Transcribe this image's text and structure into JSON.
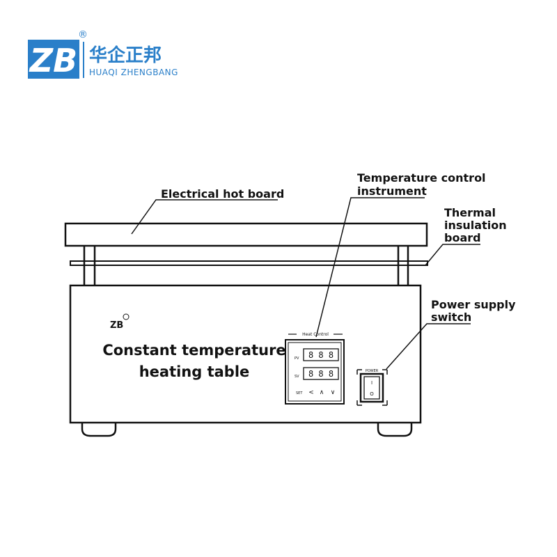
{
  "brand": {
    "logo_mark": "ZB",
    "registered_mark": "®",
    "name_cn": "华企正邦",
    "name_en": "HUAQI ZHENGBANG",
    "color": "#2a7fc9"
  },
  "labels": {
    "hot_board": "Electrical hot board",
    "temp_control_line1": "Temperature control",
    "temp_control_line2": "instrument",
    "thermal_line1": "Thermal",
    "thermal_line2": "insulation",
    "thermal_line3": "board",
    "power_line1": "Power supply",
    "power_line2": "switch"
  },
  "device": {
    "badge": "ZB",
    "title_line1": "Constant temperature",
    "title_line2": "heating table",
    "controller": {
      "header": "Heat Control",
      "pv_label": "PV",
      "sv_label": "SV",
      "pv_digits": "8 8 8",
      "sv_digits": "8 8 8",
      "set_label": "SET",
      "left_key": "<",
      "up_key": "∧",
      "down_key": "∨"
    },
    "power": {
      "label": "POWER",
      "on_mark": "I",
      "off_mark": "O"
    }
  }
}
